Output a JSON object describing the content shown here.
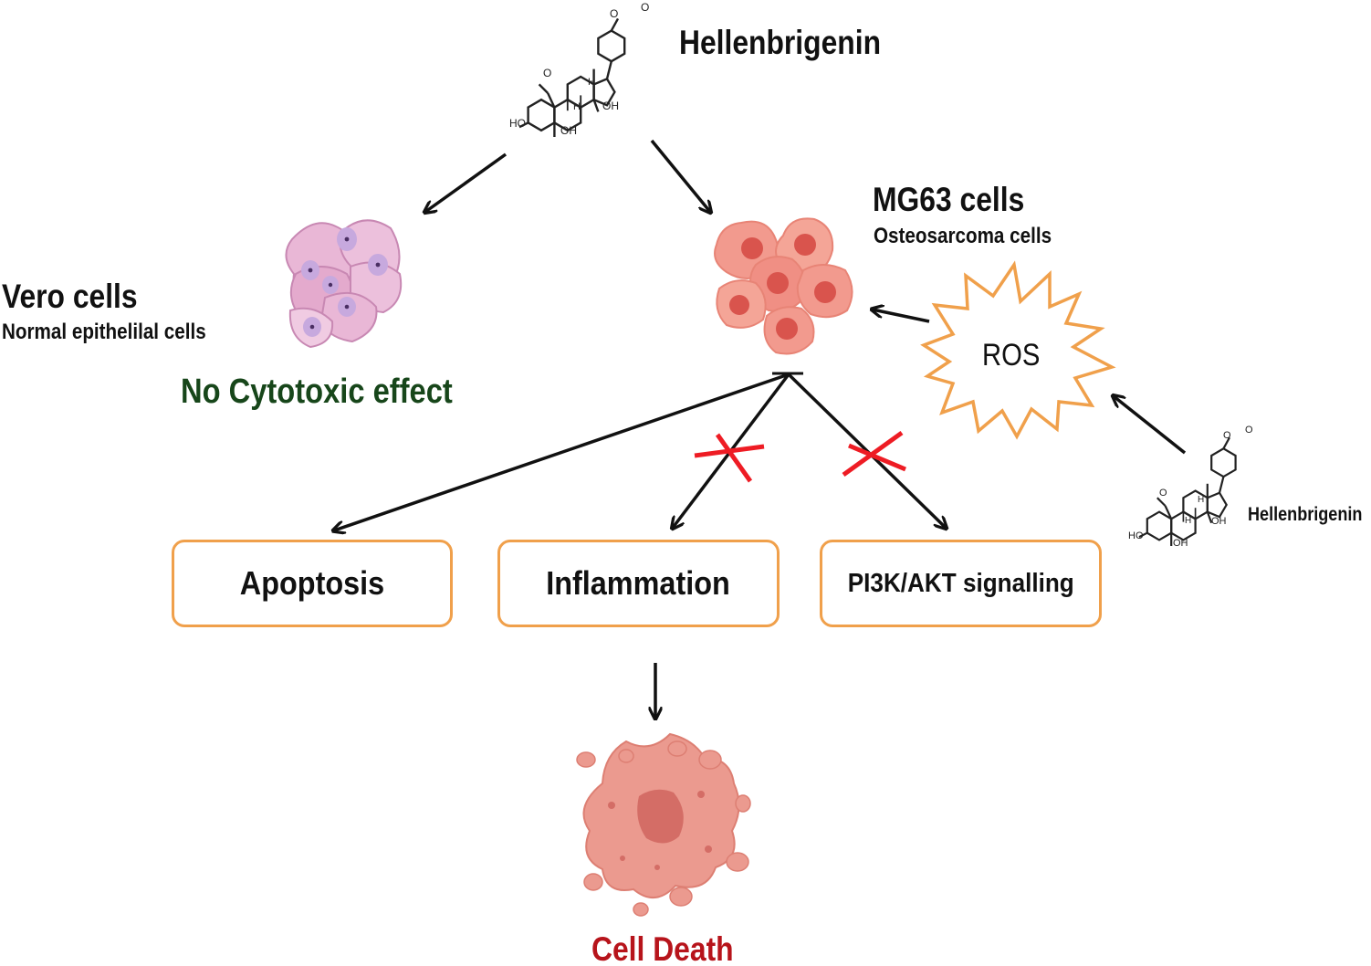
{
  "compound": {
    "name": "Hellenbrigenin",
    "name_small": "Hellenbrigenin"
  },
  "vero": {
    "title": "Vero cells",
    "subtitle": "Normal epithelilal cells",
    "effect": "No Cytotoxic effect"
  },
  "mg63": {
    "title": "MG63 cells",
    "subtitle": "Osteosarcoma cells"
  },
  "ros": {
    "label": "ROS"
  },
  "outcomes": {
    "apoptosis": "Apoptosis",
    "inflammation": "Inflammation",
    "pi3k": "PI3K/AKT signalling"
  },
  "result": {
    "label": "Cell Death"
  },
  "molecule_labels": {
    "ketone_o": "O",
    "lactone_o": "O",
    "ring_o": "O",
    "ho": "HO",
    "oh_5": "OH",
    "oh_14": "OH",
    "h_8": "H",
    "h_9": "H"
  },
  "colors": {
    "arrow": "#111111",
    "box_border": "#f0a04b",
    "ros_burst": "#f0a04b",
    "inhibit_cross": "#ee1c24",
    "effect_text": "#17461a",
    "death_text": "#b7141b",
    "vero_cell": "#e9b7d6",
    "mg63_cell": "#f29a8e",
    "dead_cell": "#eb9a8f"
  }
}
